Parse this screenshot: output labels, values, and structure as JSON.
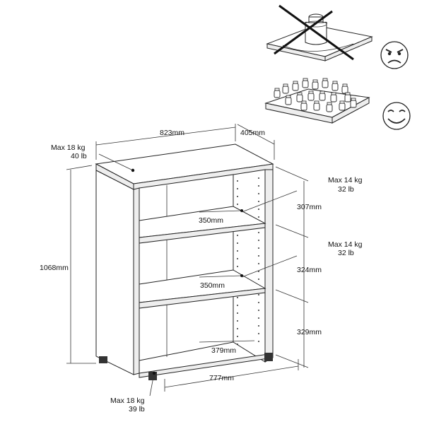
{
  "dimensions": {
    "width": "823mm",
    "depth": "405mm",
    "height": "1068mm",
    "base_width": "777mm",
    "shelf_width_1": "350mm",
    "shelf_width_2": "350mm",
    "inner_width": "379mm",
    "gap_1": "307mm",
    "gap_2": "324mm",
    "gap_3": "329mm"
  },
  "loads": {
    "top_kg": "Max 18 kg",
    "top_lb": "40 lb",
    "shelf1_kg": "Max 14 kg",
    "shelf1_lb": "32 lb",
    "shelf2_kg": "Max 14 kg",
    "shelf2_lb": "32 lb",
    "bottom_kg": "Max 18 kg",
    "bottom_lb": "39 lb"
  },
  "icons": {
    "wrong": "crossed-out-single-heavy-load-icon",
    "wrong_face": "angry-face-icon",
    "right": "distributed-load-icon",
    "right_face": "happy-face-icon"
  }
}
